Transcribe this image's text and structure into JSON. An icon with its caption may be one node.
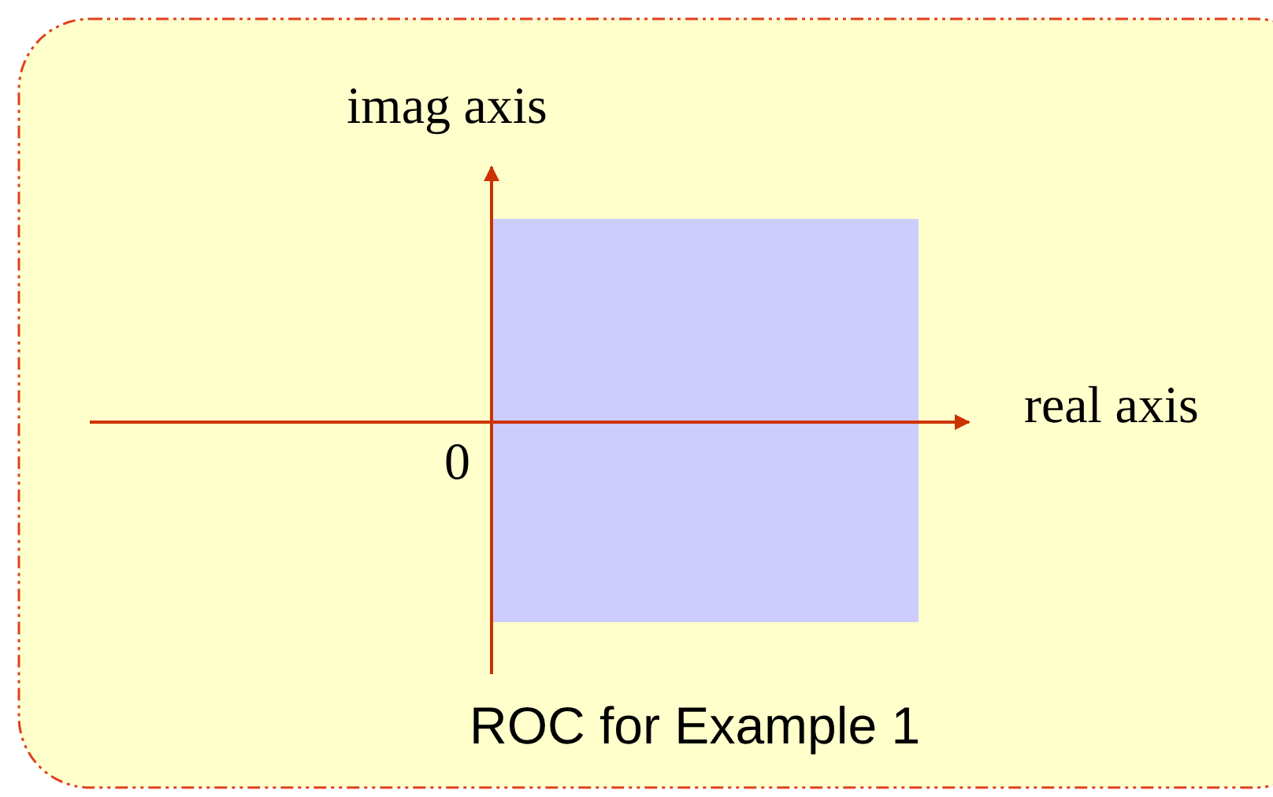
{
  "diagram": {
    "nodes": [
      {
        "text": [],
        "shape": "box"
      }
    ],
    "labels": [
      "imag axis",
      "real axis",
      "0",
      "ROC for Example 1"
    ]
  }
}
